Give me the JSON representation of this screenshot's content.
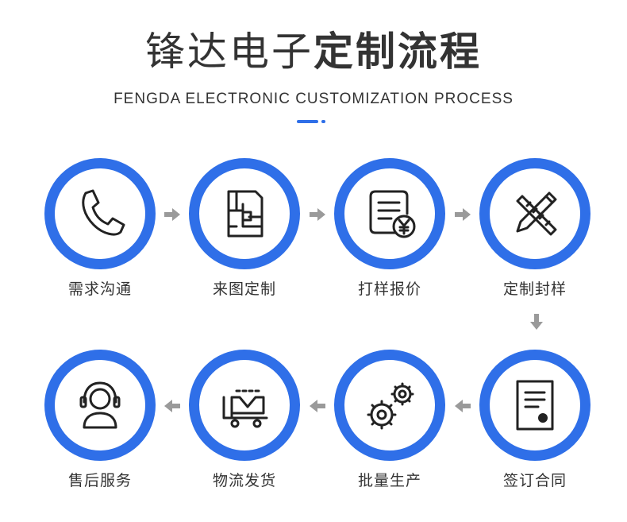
{
  "header": {
    "title_light": "锋达电子",
    "title_bold": "定制流程",
    "subtitle": "FENGDA ELECTRONIC CUSTOMIZATION PROCESS"
  },
  "colors": {
    "accent": "#2f6fe8",
    "arrow": "#9a9a9a",
    "icon": "#222222"
  },
  "steps": [
    {
      "label": "需求沟通",
      "icon": "phone-icon"
    },
    {
      "label": "来图定制",
      "icon": "blueprint-icon"
    },
    {
      "label": "打样报价",
      "icon": "quote-document-icon"
    },
    {
      "label": "定制封样",
      "icon": "ruler-pencil-icon"
    },
    {
      "label": "签订合同",
      "icon": "contract-icon"
    },
    {
      "label": "批量生产",
      "icon": "gears-icon"
    },
    {
      "label": "物流发货",
      "icon": "delivery-cart-icon"
    },
    {
      "label": "售后服务",
      "icon": "customer-service-icon"
    }
  ]
}
